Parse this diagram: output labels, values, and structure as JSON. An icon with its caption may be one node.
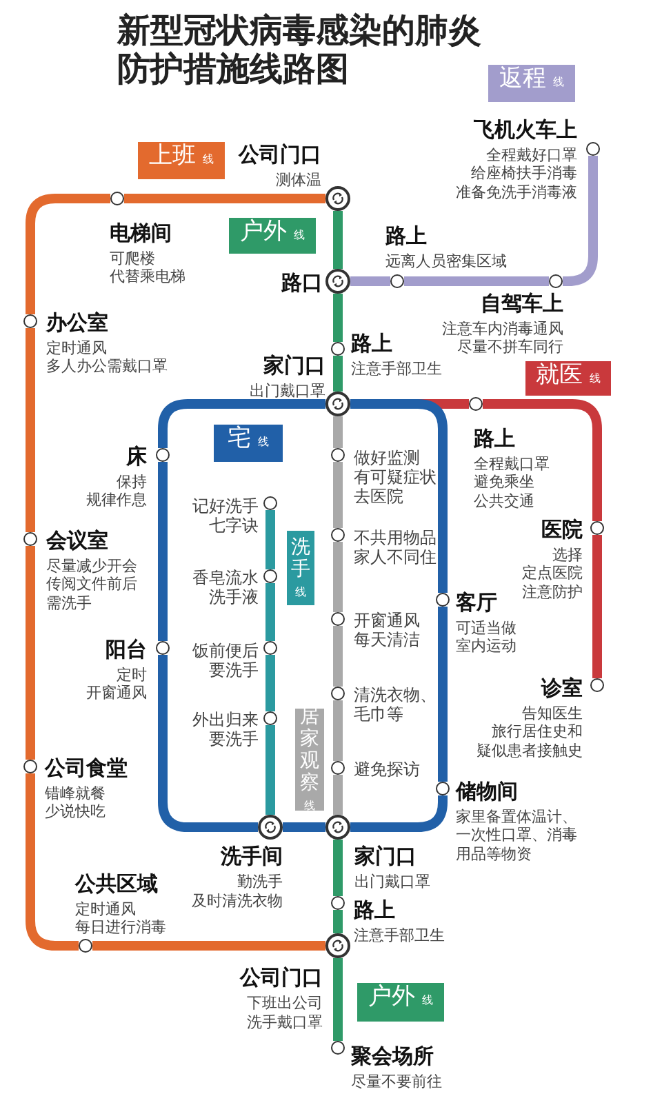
{
  "diagram": {
    "title": "新型冠状病毒感染的肺炎防护措施线路图",
    "nodes": [
      {
        "text": [
          "返程",
          "线"
        ]
      },
      {
        "text": [
          "上班",
          "线"
        ]
      },
      {
        "text": [
          "户外",
          "线"
        ]
      },
      {
        "text": [
          "就医",
          "线"
        ]
      },
      {
        "text": [
          "宅",
          "线"
        ]
      },
      {
        "text": [
          "洗手",
          "线"
        ]
      },
      {
        "text": [
          "居家观察",
          "线"
        ]
      },
      {
        "text": [
          "户外",
          "线"
        ]
      },
      {
        "text": [],
        "shape": "circle",
        "beside": [
          "公司门口",
          "测体温"
        ]
      },
      {
        "text": [],
        "shape": "circle",
        "beside": [
          "飞机火车上",
          "全程戴好口罩给座椅扶手消毒准备免洗手消毒液"
        ]
      },
      {
        "text": [],
        "shape": "circle",
        "beside": [
          "电梯间",
          "可爬楼代替乘电梯"
        ]
      },
      {
        "text": [],
        "shape": "circle",
        "beside": [
          "路口"
        ]
      },
      {
        "text": [],
        "shape": "circle",
        "beside": [
          "路上",
          "远离人员密集区域"
        ]
      },
      {
        "text": [],
        "shape": "circle",
        "beside": [
          "自驾车上",
          "注意车内消毒通风尽量不拼车同行"
        ]
      },
      {
        "text": [],
        "shape": "circle",
        "beside": [
          "办公室",
          "定时通风多人办公需戴口罩"
        ]
      },
      {
        "text": [],
        "shape": "circle",
        "beside": [
          "路上",
          "注意手部卫生"
        ]
      },
      {
        "text": [],
        "shape": "circle",
        "beside": [
          "家门口",
          "出门戴口罩"
        ]
      },
      {
        "text": [],
        "shape": "circle",
        "beside": [
          "路上",
          "全程戴口罩避免乘坐公共交通"
        ]
      },
      {
        "text": [],
        "shape": "circle",
        "beside": [
          "床",
          "保持规律作息"
        ]
      },
      {
        "text": [],
        "shape": "circle",
        "beside": [
          "做好监测有可疑症状去医院"
        ]
      },
      {
        "text": [],
        "shape": "circle",
        "beside": [
          "记好洗手七字诀"
        ]
      },
      {
        "text": [],
        "shape": "circle",
        "beside": [
          "医院",
          "选择定点医院注意防护"
        ]
      },
      {
        "text": [],
        "shape": "circle",
        "beside": [
          "会议室",
          "尽量减少开会传阅文件前后需洗手"
        ]
      },
      {
        "text": [],
        "shape": "circle",
        "beside": [
          "不共用物品家人不同住"
        ]
      },
      {
        "text": [],
        "shape": "circle",
        "beside": [
          "香皂流水洗手液"
        ]
      },
      {
        "text": [],
        "shape": "circle",
        "beside": [
          "客厅",
          "可适当做室内运动"
        ]
      },
      {
        "text": [],
        "shape": "circle",
        "beside": [
          "开窗通风每天清洁"
        ]
      },
      {
        "text": [],
        "shape": "circle",
        "beside": [
          "阳台",
          "定时开窗通风"
        ]
      },
      {
        "text": [],
        "shape": "circle",
        "beside": [
          "饭前便后要洗手"
        ]
      },
      {
        "text": [],
        "shape": "circle",
        "beside": [
          "诊室",
          "告知医生旅行居住史和疑似患者接触史"
        ]
      },
      {
        "text": [],
        "shape": "circle",
        "beside": [
          "清洗衣物、毛巾等"
        ]
      },
      {
        "text": [],
        "shape": "circle",
        "beside": [
          "外出归来要洗手"
        ]
      },
      {
        "text": [],
        "shape": "circle",
        "beside": [
          "公司食堂",
          "错峰就餐少说快吃"
        ]
      },
      {
        "text": [],
        "shape": "circle",
        "beside": [
          "避免探访"
        ]
      },
      {
        "text": [],
        "shape": "circle",
        "beside": [
          "储物间",
          "家里备置体温计、一次性口罩、消毒用品等物资"
        ]
      },
      {
        "text": [],
        "shape": "circle",
        "beside": [
          "洗手间",
          "勤洗手及时清洗衣物"
        ]
      },
      {
        "text": [],
        "shape": "circle",
        "beside": [
          "家门口",
          "出门戴口罩"
        ]
      },
      {
        "text": [],
        "shape": "circle",
        "beside": [
          "公共区域",
          "定时通风每日进行消毒"
        ]
      },
      {
        "text": [],
        "shape": "circle",
        "beside": [
          "路上",
          "注意手部卫生"
        ]
      },
      {
        "text": [],
        "shape": "circle",
        "beside": [
          "公司门口",
          "下班出公司洗手戴口罩"
        ]
      },
      {
        "text": [],
        "shape": "circle",
        "beside": [
          "聚会场所",
          "尽量不要前往"
        ]
      }
    ],
    "edges": [
      {
        "from": 16,
        "to": 17,
        "arrow": "none",
        "color": "#c9393c"
      },
      {
        "from": 17,
        "to": 21,
        "arrow": "none",
        "color": "#c9393c"
      },
      {
        "from": 21,
        "to": 29,
        "arrow": "none",
        "color": "#c9393c"
      },
      {
        "from": 8,
        "to": 11,
        "arrow": "none",
        "color": "#2f9a68"
      },
      {
        "from": 11,
        "to": 15,
        "arrow": "none",
        "color": "#2f9a68"
      },
      {
        "from": 15,
        "to": 16,
        "arrow": "none",
        "color": "#2f9a68"
      },
      {
        "from": 36,
        "to": 38,
        "arrow": "none",
        "color": "#2f9a68"
      },
      {
        "from": 38,
        "to": 39,
        "arrow": "none",
        "color": "#2f9a68"
      },
      {
        "from": 39,
        "to": 40,
        "arrow": "none",
        "color": "#2f9a68"
      },
      {
        "from": 8,
        "to": 10,
        "arrow": "none",
        "color": "#e36a2e"
      },
      {
        "from": 10,
        "to": 14,
        "arrow": "none",
        "color": "#e36a2e"
      },
      {
        "from": 14,
        "to": 22,
        "arrow": "none",
        "color": "#e36a2e"
      },
      {
        "from": 22,
        "to": 32,
        "arrow": "none",
        "color": "#e36a2e"
      },
      {
        "from": 32,
        "to": 37,
        "arrow": "none",
        "color": "#e36a2e"
      },
      {
        "from": 37,
        "to": 39,
        "arrow": "none",
        "color": "#e36a2e"
      },
      {
        "from": 11,
        "to": 12,
        "arrow": "none",
        "color": "#a29dcc"
      },
      {
        "from": 12,
        "to": 13,
        "arrow": "none",
        "color": "#a29dcc"
      },
      {
        "from": 13,
        "to": 9,
        "arrow": "none",
        "color": "#a29dcc"
      },
      {
        "from": 16,
        "to": 19,
        "arrow": "none",
        "color": "#a9a9a9"
      },
      {
        "from": 19,
        "to": 23,
        "arrow": "none",
        "color": "#a9a9a9"
      },
      {
        "from": 23,
        "to": 26,
        "arrow": "none",
        "color": "#a9a9a9"
      },
      {
        "from": 26,
        "to": 30,
        "arrow": "none",
        "color": "#a9a9a9"
      },
      {
        "from": 30,
        "to": 33,
        "arrow": "none",
        "color": "#a9a9a9"
      },
      {
        "from": 33,
        "to": 36,
        "arrow": "none",
        "color": "#a9a9a9"
      },
      {
        "from": 20,
        "to": 24,
        "arrow": "none",
        "color": "#2b9aa0"
      },
      {
        "from": 24,
        "to": 28,
        "arrow": "none",
        "color": "#2b9aa0"
      },
      {
        "from": 28,
        "to": 31,
        "arrow": "none",
        "color": "#2b9aa0"
      },
      {
        "from": 31,
        "to": 35,
        "arrow": "none",
        "color": "#2b9aa0"
      },
      {
        "from": 16,
        "to": 18,
        "arrow": "none",
        "color": "#2160a8"
      },
      {
        "from": 18,
        "to": 27,
        "arrow": "none",
        "color": "#2160a8"
      },
      {
        "from": 27,
        "to": 35,
        "arrow": "none",
        "color": "#2160a8"
      },
      {
        "from": 35,
        "to": 36,
        "arrow": "none",
        "color": "#2160a8"
      },
      {
        "from": 36,
        "to": 34,
        "arrow": "none",
        "color": "#2160a8"
      },
      {
        "from": 34,
        "to": 25,
        "arrow": "none",
        "color": "#2160a8"
      },
      {
        "from": 25,
        "to": 16,
        "arrow": "none",
        "color": "#2160a8"
      }
    ]
  }
}
